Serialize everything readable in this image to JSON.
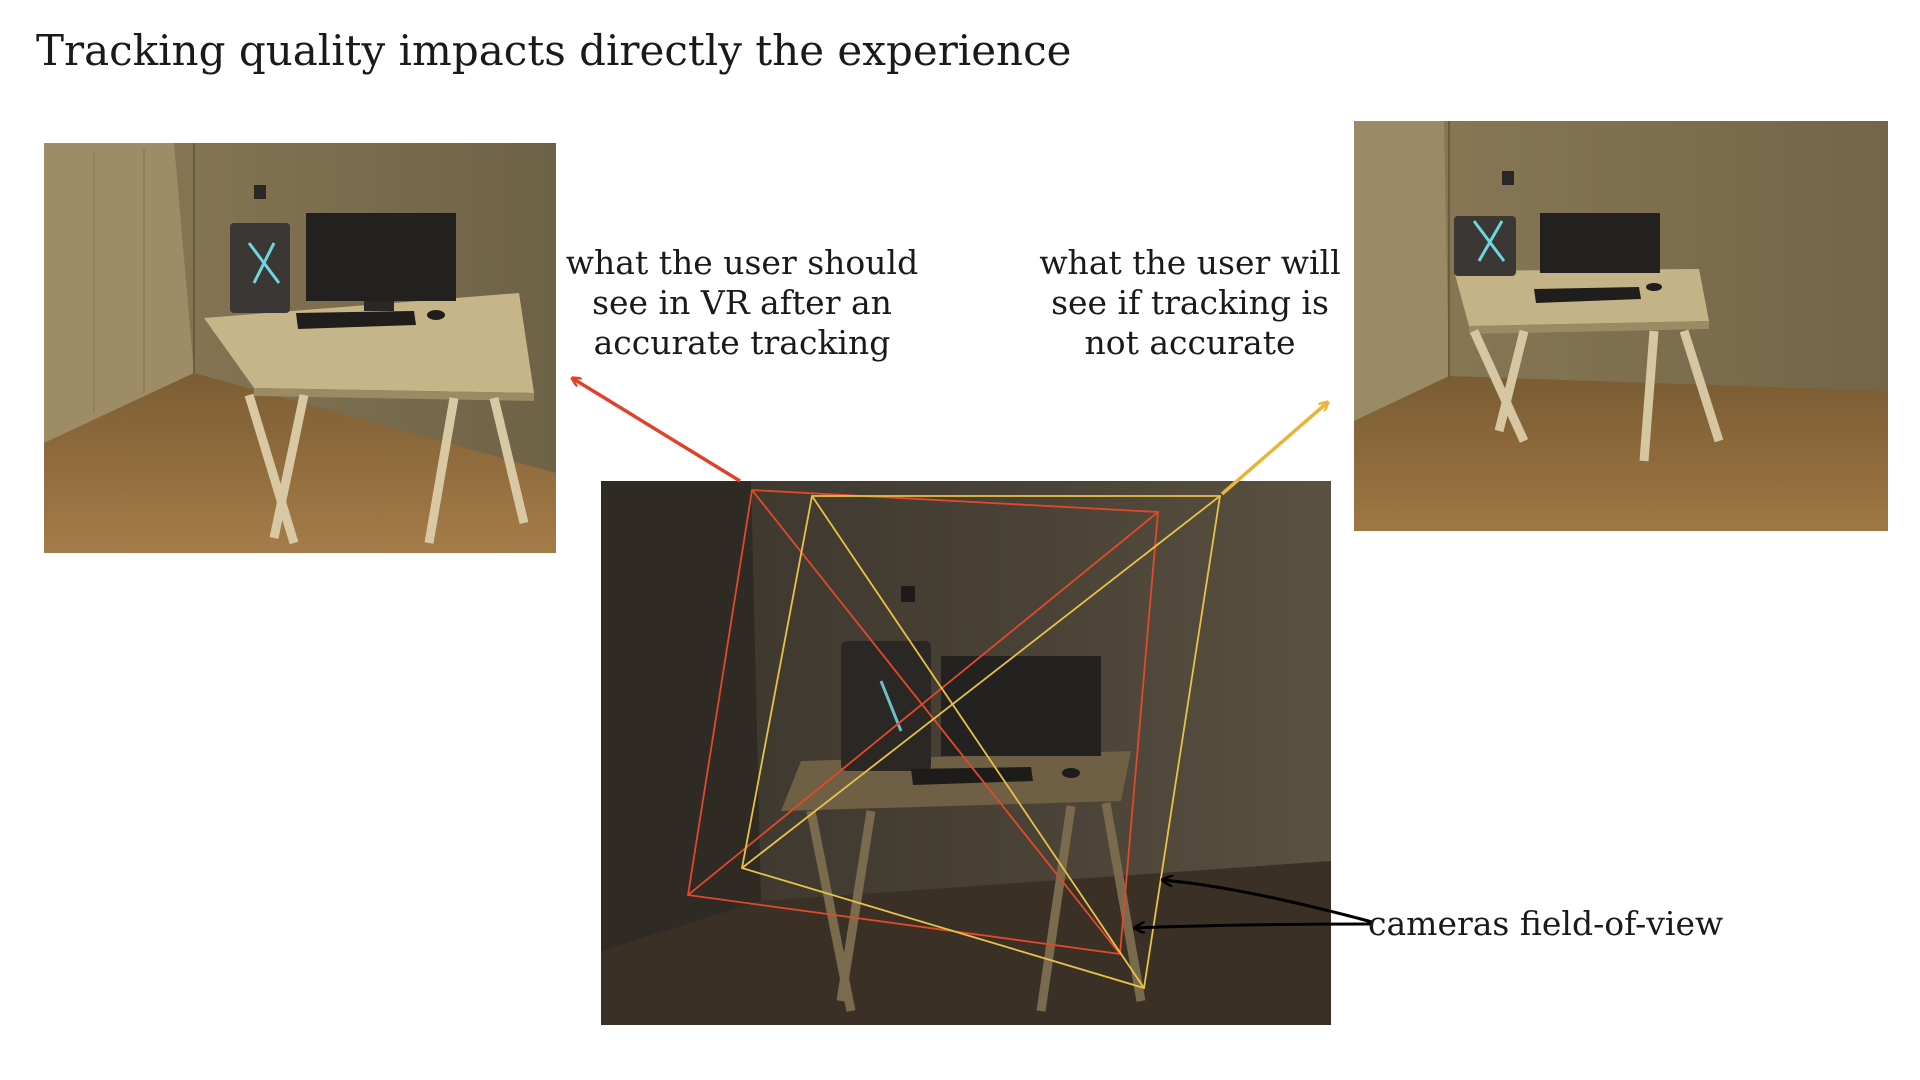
{
  "title": "Tracking quality impacts directly the experience",
  "captions": {
    "accurate": "what the user should see in VR after an accurate tracking",
    "inaccurate": "what the user will see if tracking is not accurate",
    "fov": "cameras field-of-view"
  },
  "colors": {
    "accurate_arrow": "#e0412a",
    "inaccurate_arrow": "#e8b53a",
    "fov_pointer": "#000000",
    "frustum_red": "#e04a2a",
    "frustum_yellow": "#e6c24a"
  },
  "images": {
    "left": "rendered VR view of desk with PC tower, monitor and keyboard (accurate tracking)",
    "right": "rendered VR view of desk slightly rotated (inaccurate tracking)",
    "center": "dimly lit photo of real desk with two camera frustum outlines overlaid"
  }
}
